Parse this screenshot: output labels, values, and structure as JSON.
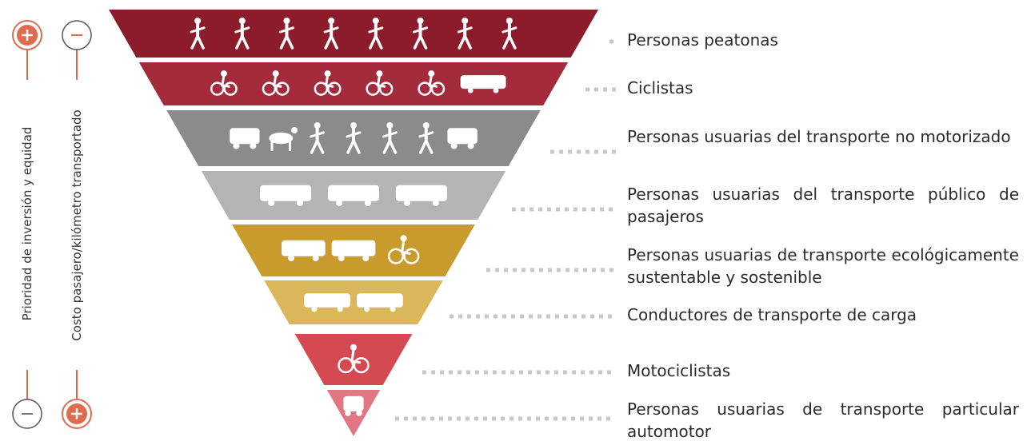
{
  "axes": {
    "left": {
      "label": "Prioridad de inversión y equidad",
      "top_symbol": "+",
      "bottom_symbol": "−"
    },
    "right": {
      "label": "Costo pasajero/kilómetro transportado",
      "top_symbol": "−",
      "bottom_symbol": "+"
    }
  },
  "colors": {
    "accent": "#e06a4e",
    "text": "#2b2b2b",
    "dots": "#c8c8c8"
  },
  "levels": [
    {
      "label": "Personas peatonas",
      "color": "#8c1c2c",
      "icons": [
        "person-walking-dog-icon",
        "person-running-icon",
        "person-with-stroller-icon",
        "adult-with-child-icon",
        "pregnant-person-icon",
        "elderly-person-cane-icon",
        "wheelchair-user-icon",
        "blind-person-cane-icon"
      ]
    },
    {
      "label": "Ciclistas",
      "color": "#a32b3b",
      "icons": [
        "tricycle-rickshaw-icon",
        "cyclist-icon",
        "cyclist-icon",
        "unicyclist-icon",
        "racing-cyclist-icon",
        "cargo-bike-icon"
      ]
    },
    {
      "label": "Personas usuarias del transporte no motorizado",
      "color": "#8b8b8b",
      "icons": [
        "horse-carriage-icon",
        "horse-rider-icon",
        "pedestrians-group-icon",
        "scooter-icon",
        "skateboarder-icon",
        "rollerblader-icon",
        "horse-cart-icon"
      ]
    },
    {
      "label": "Personas usuarias del transporte público de pasajeros",
      "color": "#b4b4b4",
      "icons": [
        "bus-icon",
        "minibus-icon",
        "articulated-bus-icon"
      ]
    },
    {
      "label": "Personas usuarias de transporte ecológicamente sustentable y sostenible",
      "color": "#c99a2c",
      "icons": [
        "electric-truck-icon",
        "electric-car-icon",
        "bicycle-icon"
      ]
    },
    {
      "label": "Conductores de transporte de carga",
      "color": "#dbb75c",
      "icons": [
        "cargo-truck-icon",
        "tanker-truck-icon"
      ]
    },
    {
      "label": "Motociclistas",
      "color": "#d54a52",
      "icons": [
        "motorcycle-icon"
      ]
    },
    {
      "label": "Personas usuarias de transporte particular automotor",
      "color": "#e07783",
      "icons": [
        "car-icon"
      ]
    }
  ]
}
